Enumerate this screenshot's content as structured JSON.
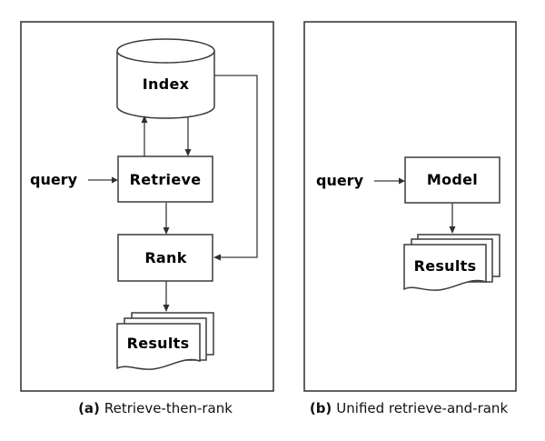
{
  "figure": {
    "panels": [
      {
        "id": "a",
        "caption_label": "(a)",
        "caption_text": "Retrieve-then-rank",
        "query_label": "query",
        "index_label": "Index",
        "retrieve_label": "Retrieve",
        "rank_label": "Rank",
        "results_label": "Results"
      },
      {
        "id": "b",
        "caption_label": "(b)",
        "caption_text": "Unified retrieve-and-rank",
        "query_label": "query",
        "model_label": "Model",
        "results_label": "Results"
      }
    ],
    "colors": {
      "background": "#ffffff",
      "line": "#3a3a3a",
      "arrow": "#2f2f2f",
      "text": "#000000"
    }
  }
}
